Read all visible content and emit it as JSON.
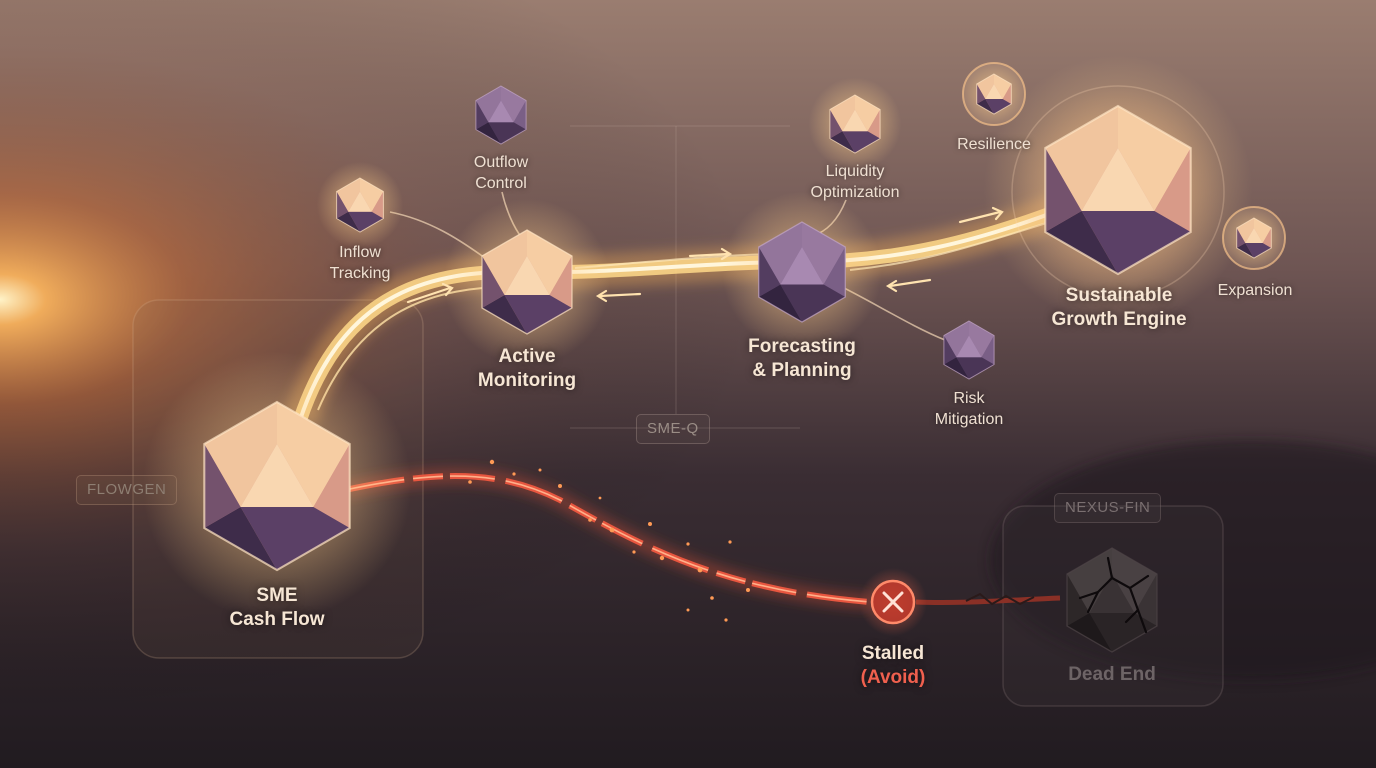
{
  "labels": {
    "sme_cash_flow": [
      "SME",
      "Cash Flow"
    ],
    "active_monitoring": [
      "Active",
      "Monitoring"
    ],
    "forecasting_planning": [
      "Forecasting",
      "& Planning"
    ],
    "sustainable_growth": [
      "Sustainable",
      "Growth Engine"
    ],
    "inflow_tracking": [
      "Inflow",
      "Tracking"
    ],
    "outflow_control": [
      "Outflow",
      "Control"
    ],
    "liquidity_optimization": [
      "Liquidity",
      "Optimization"
    ],
    "risk_mitigation": [
      "Risk",
      "Mitigation"
    ],
    "resilience": "Resilience",
    "expansion": "Expansion",
    "stalled": "Stalled",
    "avoid": "(Avoid)",
    "dead_end": "Dead End"
  },
  "tags": {
    "flowgen": "FLOWGEN",
    "sme_q": "SME-Q",
    "nexus_fin": "NEXUS-FIN"
  },
  "colors": {
    "gold_path": "#ffd98a",
    "stall_path": "#e8563f",
    "crystal_light": "#f6c79a",
    "crystal_dark": "#4a3556",
    "sunset": "#f0a24a"
  },
  "icons": {
    "stall_marker": "x-circle-icon",
    "dead_end": "cracked-gem-icon"
  }
}
